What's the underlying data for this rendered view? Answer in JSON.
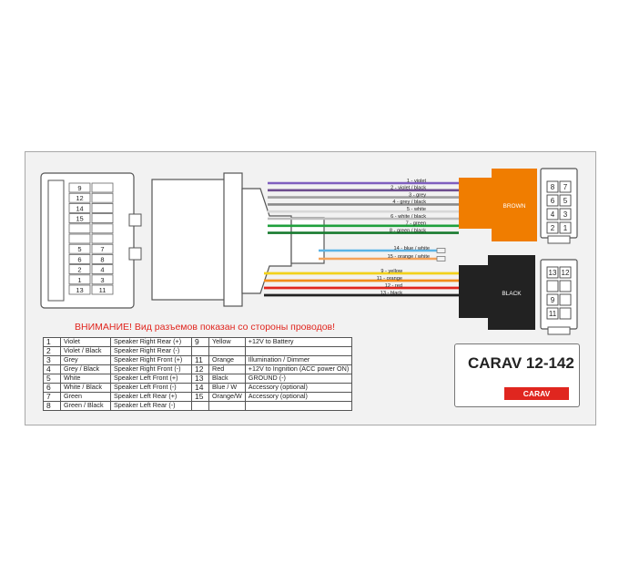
{
  "wires_top": [
    {
      "label": "1 - violet",
      "color": "#7f5fbf"
    },
    {
      "label": "2 - violet / black",
      "color": "#6f4f8f"
    },
    {
      "label": "3 - grey",
      "color": "#a0a0a0"
    },
    {
      "label": "4 - grey / black",
      "color": "#8a8a8a"
    },
    {
      "label": "5 - white",
      "color": "#d8d8d8"
    },
    {
      "label": "6 - white / black",
      "color": "#bdbdbd"
    },
    {
      "label": "7 - green",
      "color": "#1fa03c"
    },
    {
      "label": "8 - green / black",
      "color": "#177a2e"
    }
  ],
  "wires_mid": [
    {
      "label": "14 - blue / white",
      "color": "#5ab4e6"
    },
    {
      "label": "15 - orange / white",
      "color": "#f5a35a"
    }
  ],
  "wires_bottom": [
    {
      "label": "9 - yellow",
      "color": "#f2d21b"
    },
    {
      "label": "11 - orange",
      "color": "#f28c1b"
    },
    {
      "label": "12 - red",
      "color": "#e0261f"
    },
    {
      "label": "13 - black",
      "color": "#222222"
    }
  ],
  "main_connector": {
    "pins": [
      [
        "9",
        ""
      ],
      [
        "12",
        ""
      ],
      [
        "14",
        ""
      ],
      [
        "15",
        ""
      ],
      [
        "",
        ""
      ],
      [
        "",
        ""
      ],
      [
        "5",
        "7"
      ],
      [
        "6",
        "8"
      ],
      [
        "2",
        "4"
      ],
      [
        "1",
        "3"
      ],
      [
        "13",
        "11"
      ]
    ]
  },
  "brown_connector": {
    "label": "BROWN",
    "color": "#f07d00",
    "pins": [
      [
        "8",
        "7"
      ],
      [
        "6",
        "5"
      ],
      [
        "4",
        "3"
      ],
      [
        "2",
        "1"
      ]
    ]
  },
  "black_connector": {
    "label": "BLACK",
    "color": "#222222",
    "pins": [
      [
        "13",
        "12"
      ],
      [
        "",
        ""
      ],
      [
        "9",
        ""
      ],
      [
        "11",
        ""
      ]
    ]
  },
  "warning": "ВНИМАНИЕ! Вид разъемов показан со стороны проводов!",
  "legend": [
    {
      "n1": "1",
      "c1": "Violet",
      "f1": "Speaker Right Rear (+)",
      "n2": "9",
      "c2": "Yellow",
      "f2": "+12V to Battery"
    },
    {
      "n1": "2",
      "c1": "Violet / Black",
      "f1": "Speaker Right Rear (-)",
      "n2": "",
      "c2": "",
      "f2": ""
    },
    {
      "n1": "3",
      "c1": "Grey",
      "f1": "Speaker Right Front (+)",
      "n2": "11",
      "c2": "Orange",
      "f2": "Illumination / Dimmer"
    },
    {
      "n1": "4",
      "c1": "Grey / Black",
      "f1": "Speaker Right Front (-)",
      "n2": "12",
      "c2": "Red",
      "f2": "+12V to Ingnition (ACC power ON)"
    },
    {
      "n1": "5",
      "c1": "White",
      "f1": "Speaker Left Front (+)",
      "n2": "13",
      "c2": "Black",
      "f2": "GROUND (-)"
    },
    {
      "n1": "6",
      "c1": "White / Black",
      "f1": "Speaker Left Front (-)",
      "n2": "14",
      "c2": "Blue / W",
      "f2": "Accessory (optional)"
    },
    {
      "n1": "7",
      "c1": "Green",
      "f1": "Speaker Left Rear (+)",
      "n2": "15",
      "c2": "Orange/W",
      "f2": "Accessory (optional)"
    },
    {
      "n1": "8",
      "c1": "Green / Black",
      "f1": "Speaker Left Rear (-)",
      "n2": "",
      "c2": "",
      "f2": ""
    }
  ],
  "model": {
    "title": "CARAV 12-142",
    "logo": "CARAV",
    "logo_color": "#e0261f"
  }
}
